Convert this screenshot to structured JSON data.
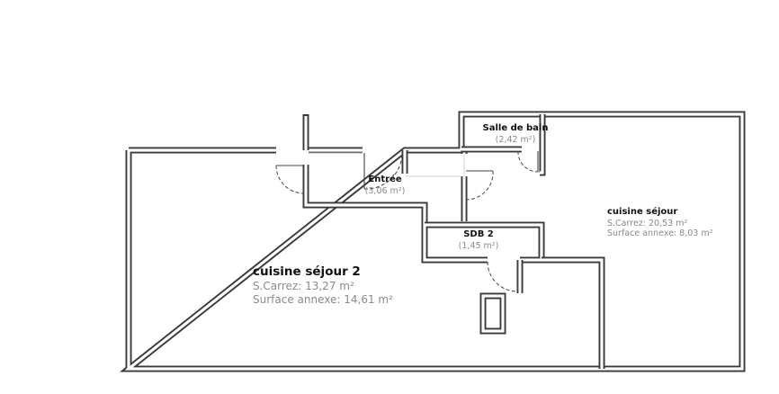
{
  "rooms": {
    "salle_de_bain": {
      "name": "Salle de bain",
      "area": "(2,42 m²)"
    },
    "entree": {
      "name": "Entrée",
      "area": "(3,06 m²)"
    },
    "sdb2": {
      "name": "SDB 2",
      "area": "(1,45 m²)"
    },
    "cuisine_sejour": {
      "name": "cuisine séjour",
      "carrez": "S.Carrez: 20,53 m²",
      "annexe": "Surface annexe: 8,03 m²"
    },
    "cuisine_sejour_2": {
      "name": "cuisine séjour 2",
      "carrez": "S.Carrez: 13,27 m²",
      "annexe": "Surface annexe: 14,61 m²"
    }
  }
}
